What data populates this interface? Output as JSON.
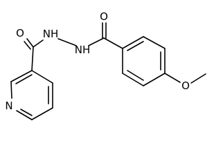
{
  "molecule": {
    "atoms": {
      "o_carbonyl_left": "O",
      "o_carbonyl_right": "O",
      "n_hydrazide_1": "NH",
      "n_hydrazide_2": "NH",
      "n_pyridine": "N",
      "o_methoxy": "O"
    },
    "colors": {
      "bond": "#000000",
      "label": "#000000",
      "background": "#ffffff"
    }
  }
}
